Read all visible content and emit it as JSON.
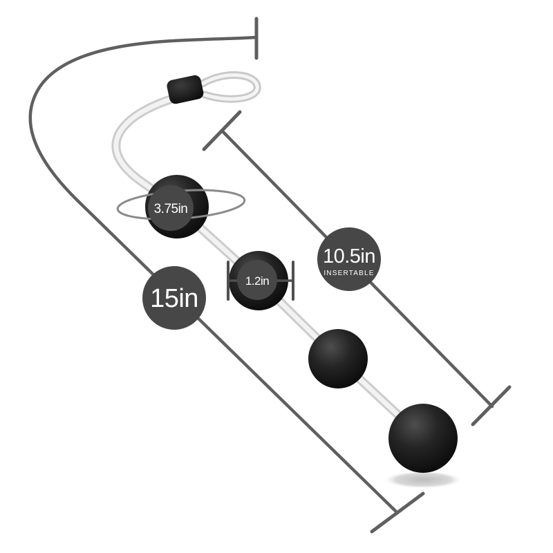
{
  "diagram": {
    "type": "product-measurement-diagram",
    "measurements": {
      "total_length": {
        "label": "15in"
      },
      "insertable_length": {
        "label": "10.5in",
        "sublabel": "INSERTABLE"
      },
      "bead_circumference": {
        "label": "3.75in"
      },
      "bead_diameter": {
        "label": "1.2in"
      }
    },
    "colors": {
      "background": "#ffffff",
      "badge": "#474747",
      "badge_text": "#ffffff",
      "measurement_line": "#5f5f5f",
      "bead_dark": "#141414",
      "cord": "#d6d6d6"
    },
    "icons": {
      "beads_count": 4
    }
  }
}
